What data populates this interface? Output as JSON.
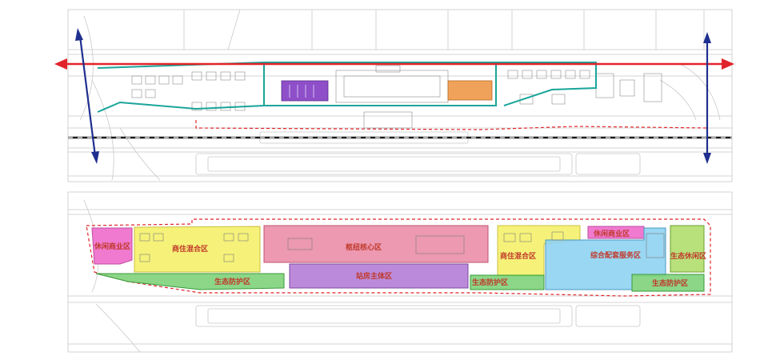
{
  "colors": {
    "background": "#ffffff",
    "linework": "#c9c9c9",
    "linework_dark": "#8a8a8a",
    "red_axis": "#e0242a",
    "blue_axis": "#1f2f8f",
    "teal_boundary": "#1aa59a",
    "red_dashed_boundary": "#e0242a",
    "label_text": "#c0392b",
    "leisure_commercial": "#f07ad0",
    "mixed_use": "#f5f16a",
    "hub_core": "#ea8ea8",
    "station_main": "#b884d8",
    "ecological": "#7ed37a",
    "service": "#8fd3f2",
    "ecological_leisure": "#b5df74",
    "purple_block": "#8e4fc9",
    "orange_block": "#f0a25a"
  },
  "zones": {
    "leisure_commercial_west": "休闲商业区",
    "mixed_use_west": "商住混合区",
    "hub_core": "枢纽核心区",
    "station_main": "站房主体区",
    "eco_protection_west": "生态防护区",
    "mixed_use_east": "商住混合区",
    "eco_protection_mid": "生态防护区",
    "leisure_commercial_east": "休闲商业区",
    "service": "综合配套服务区",
    "ecological_leisure": "生态休闲区",
    "eco_protection_east": "生态防护区"
  }
}
